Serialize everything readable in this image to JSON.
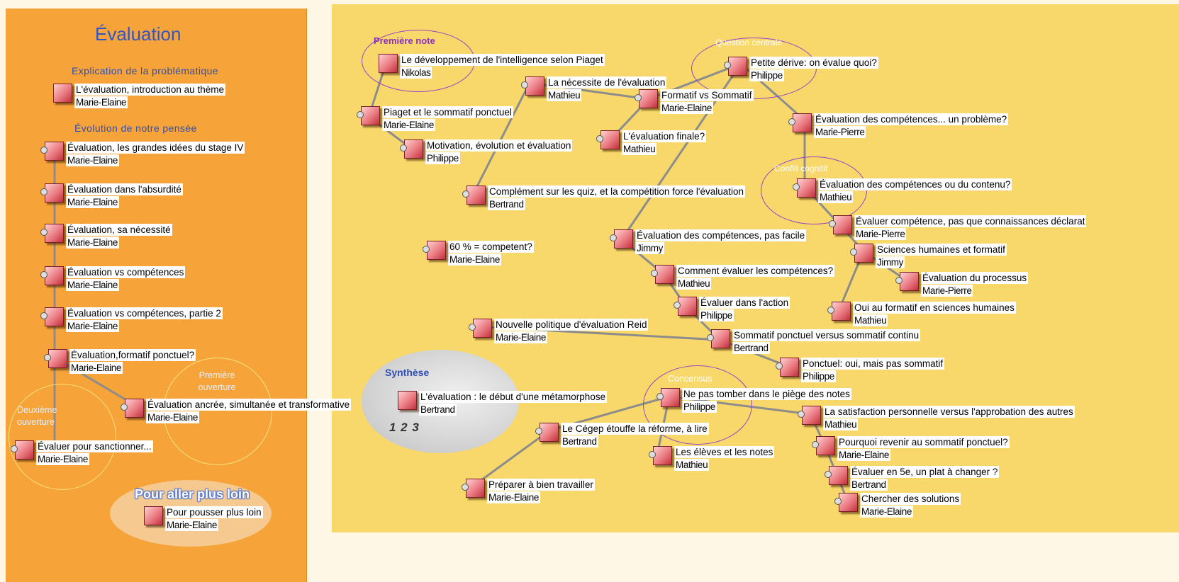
{
  "left_panel": {
    "title": "Évaluation",
    "section1": "Explication de la problématique",
    "section2": "Évolution de notre pensée",
    "circle1": "Première ouverture",
    "circle2": "Deuxième ouverture",
    "further": "Pour aller plus loin"
  },
  "right_panel": {
    "circle_premiere": "Première note",
    "circle_question": "Question centrale",
    "circle_conflit": "Conflit cognitif",
    "circle_concensus": "Concensus",
    "synthese": "Synthèse",
    "pages": "1 2 3"
  },
  "nodes": [
    {
      "title": "L'évaluation, introduction au thème",
      "author": "Marie-Elaine"
    },
    {
      "title": "Évaluation, les grandes idées du stage IV",
      "author": "Marie-Elaine"
    },
    {
      "title": "Évaluation dans l'absurdité",
      "author": "Marie-Elaine"
    },
    {
      "title": "Évaluation, sa nécessité",
      "author": "Marie-Elaine"
    },
    {
      "title": "Évaluation vs compétences",
      "author": "Marie-Elaine"
    },
    {
      "title": "Évaluation vs compétences, partie 2",
      "author": "Marie-Elaine"
    },
    {
      "title": "Évaluation,formatif ponctuel?",
      "author": "Marie-Elaine"
    },
    {
      "title": "Évaluation ancrée, simultanée et transformative",
      "author": "Marie-Elaine"
    },
    {
      "title": "Évaluer pour sanctionner...",
      "author": "Marie-Elaine"
    },
    {
      "title": "Pour pousser plus loin",
      "author": "Marie-Elaine"
    },
    {
      "title": "Le développement de l'intelligence selon Piaget",
      "author": "Nikolas"
    },
    {
      "title": "Piaget et le sommatif ponctuel",
      "author": "Marie-Elaine"
    },
    {
      "title": "Motivation, évolution et évaluation",
      "author": "Philippe"
    },
    {
      "title": "La nécessite de l'évaluation",
      "author": "Mathieu"
    },
    {
      "title": "Formatif vs Sommatif",
      "author": "Marie-Elaine"
    },
    {
      "title": "Petite dérive: on évalue quoi?",
      "author": "Philippe"
    },
    {
      "title": "L'évaluation finale?",
      "author": "Mathieu"
    },
    {
      "title": "Évaluation des compétences... un problème?",
      "author": "Marie-Pierre"
    },
    {
      "title": "Complément sur les quiz, et la compétition force l'évaluation",
      "author": "Bertrand"
    },
    {
      "title": "Évaluation des compétences ou du contenu?",
      "author": "Mathieu"
    },
    {
      "title": "Évaluer compétence, pas que connaissances déclarat",
      "author": "Marie-Pierre"
    },
    {
      "title": "60 % = competent?",
      "author": "Marie-Elaine"
    },
    {
      "title": "Évaluation des compétences, pas facile",
      "author": "Jimmy"
    },
    {
      "title": "Sciences humaines et formatif",
      "author": "Jimmy"
    },
    {
      "title": "Comment évaluer les compétences?",
      "author": "Mathieu"
    },
    {
      "title": "Évaluation du processus",
      "author": "Marie-Pierre"
    },
    {
      "title": "Évaluer dans l'action",
      "author": "Philippe"
    },
    {
      "title": "Oui au formatif en sciences humaines",
      "author": "Mathieu"
    },
    {
      "title": "Nouvelle politique d'évaluation Reid",
      "author": "Marie-Elaine"
    },
    {
      "title": "Sommatif ponctuel versus sommatif continu",
      "author": "Bertrand"
    },
    {
      "title": "Ponctuel: oui, mais pas sommatif",
      "author": "Philippe"
    },
    {
      "title": "L'évaluation : le début d'une métamorphose",
      "author": "Bertrand"
    },
    {
      "title": "Ne pas tomber dans le piège des notes",
      "author": "Philippe"
    },
    {
      "title": "La satisfaction personnelle versus l'approbation des autres",
      "author": "Mathieu"
    },
    {
      "title": "Le Cégep étouffe la réforme, à lire",
      "author": "Bertrand"
    },
    {
      "title": "Les élèves et les notes",
      "author": "Mathieu"
    },
    {
      "title": "Pourquoi revenir au sommatif ponctuel?",
      "author": "Marie-Elaine"
    },
    {
      "title": "Évaluer en 5e, un plat à changer ?",
      "author": "Bertrand"
    },
    {
      "title": "Préparer à bien travailler",
      "author": "Marie-Elaine"
    },
    {
      "title": "Chercher des solutions",
      "author": "Marie-Elaine"
    }
  ],
  "colors": {
    "left_background": "#f6a43a",
    "right_background": "#f8d86a",
    "node_box": "#e36b76",
    "connector": "#8c8c8c",
    "group_circle": "#9a40c8",
    "heading": "#2f4db4"
  }
}
